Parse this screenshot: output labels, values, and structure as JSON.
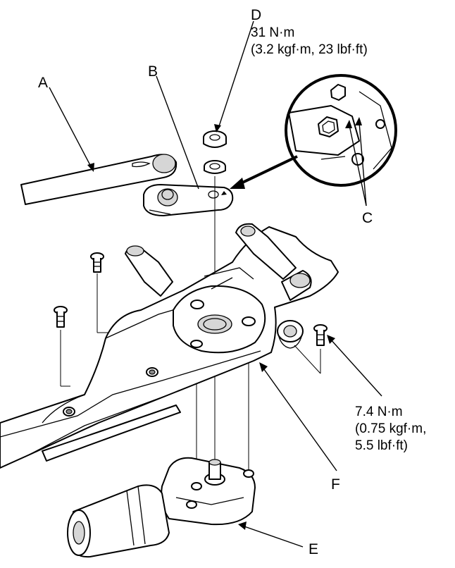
{
  "labels": {
    "a": "A",
    "b": "B",
    "c": "C",
    "d": "D",
    "e": "E",
    "f": "F"
  },
  "torque_d": {
    "line1": "31 N·m",
    "line2": "(3.2 kgf·m, 23 lbf·ft)"
  },
  "torque_bolts": {
    "line1": "7.4 N·m",
    "line2": "(0.75 kgf·m,",
    "line3": "5.5 lbf·ft)"
  }
}
